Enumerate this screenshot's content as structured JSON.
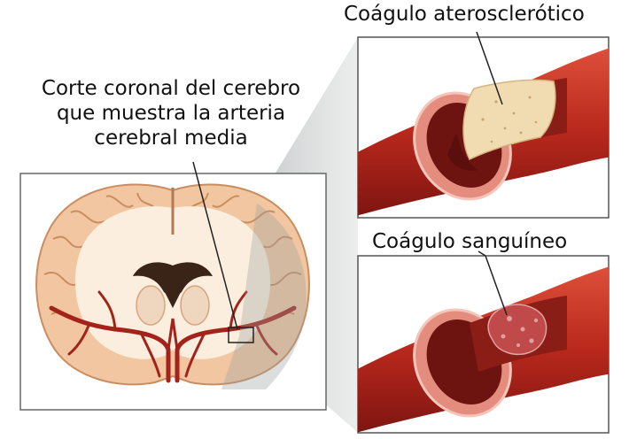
{
  "labels": {
    "coronal_section": {
      "line1": "Corte coronal del cerebro",
      "line2": "que muestra la arteria",
      "line3": "cerebral media"
    },
    "atherosclerotic_clot": "Coágulo aterosclerótico",
    "blood_clot": "Coágulo sanguíneo"
  },
  "colors": {
    "artery_red": "#b8281c",
    "artery_dark": "#7a1410",
    "brain_cortex": "#f2c6a0",
    "white_matter": "#fbeede",
    "plaque": "#f0dcb0",
    "blood_clot": "#c04a4a",
    "panel_border": "#555555"
  }
}
